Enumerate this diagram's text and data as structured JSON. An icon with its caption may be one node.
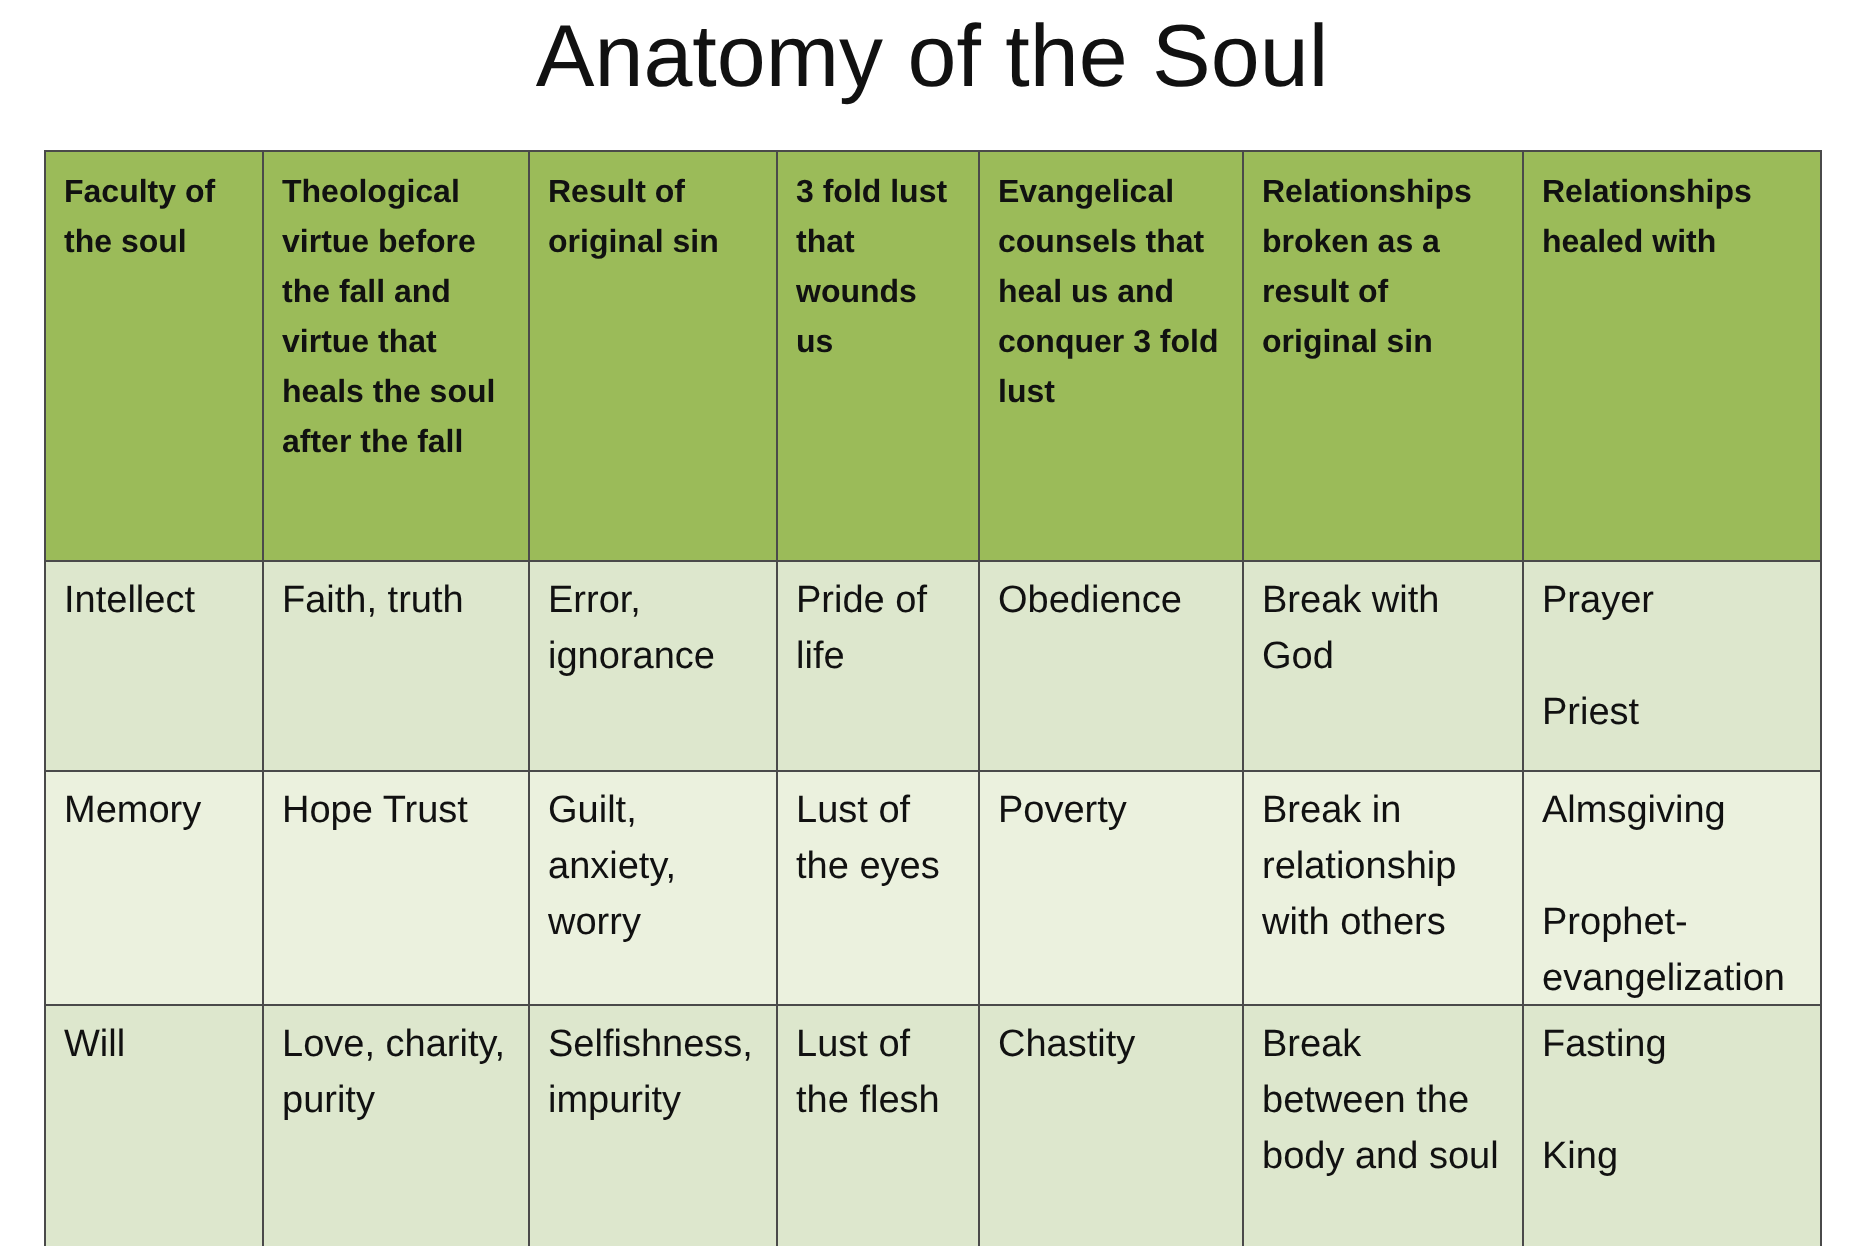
{
  "diagram": {
    "title": "Anatomy of the Soul",
    "labels": [
      "Faculty of the soul",
      "Theological virtue before the fall and virtue that heals the soul after the fall",
      "Result of original sin",
      "3 fold lust that wounds us",
      "Evangelical counsels that heal us and conquer 3 fold lust",
      "Relationships broken as a result of original sin",
      "Relationships healed with",
      "Intellect",
      "Faith, truth",
      "Error, ignorance",
      "Pride of life",
      "Obedience",
      "Break with God",
      "Prayer",
      "Priest",
      "Memory",
      "Hope Trust",
      "Guilt, anxiety, worry",
      "Lust of the eyes",
      "Poverty",
      "Break in relationship with others",
      "Almsgiving",
      "Prophet-evangelization",
      "Will",
      "Love, charity, purity",
      "Selfishness, impurity",
      "Lust of the flesh",
      "Chastity",
      "Break between the body and soul",
      "Fasting",
      "King"
    ]
  }
}
